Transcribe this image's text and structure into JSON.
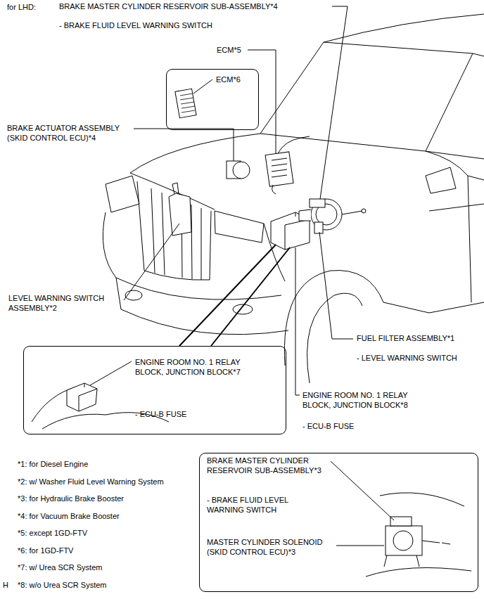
{
  "diagram": {
    "nodes": [
      {
        "text": [
          "ECM*6"
        ]
      },
      {
        "text": [
          "ENGINE ROOM NO. 1 RELAY BLOCK, JUNCTION BLOCK*7",
          "- ECU-B FUSE"
        ]
      },
      {
        "text": [
          "BRAKE MASTER CYLINDER RESERVOIR SUB-ASSEMBLY*3",
          "- BRAKE FLUID LEVEL WARNING SWITCH",
          "MASTER CYLINDER SOLENOID (SKID CONTROL ECU)*3"
        ]
      }
    ],
    "labels": [
      "for LHD:",
      "BRAKE MASTER CYLINDER RESERVOIR SUB-ASSEMBLY*4",
      "- BRAKE FLUID LEVEL WARNING SWITCH",
      "ECM*5",
      "BRAKE ACTUATOR ASSEMBLY (SKID CONTROL ECU)*4",
      "LEVEL WARNING SWITCH ASSEMBLY*2",
      "FUEL FILTER ASSEMBLY*1",
      "- LEVEL WARNING SWITCH",
      "ENGINE ROOM NO. 1 RELAY BLOCK, JUNCTION BLOCK*8",
      "- ECU-B FUSE",
      "*1: for Diesel Engine",
      "*2: w/ Washer Fluid Level Warning System",
      "*3: for Hydraulic Brake Booster",
      "*4: for Vacuum Brake Booster",
      "*5: except 1GD-FTV",
      "*6: for 1GD-FTV",
      "*7: w/ Urea SCR System",
      "*8: w/o Urea SCR System",
      "H"
    ]
  }
}
